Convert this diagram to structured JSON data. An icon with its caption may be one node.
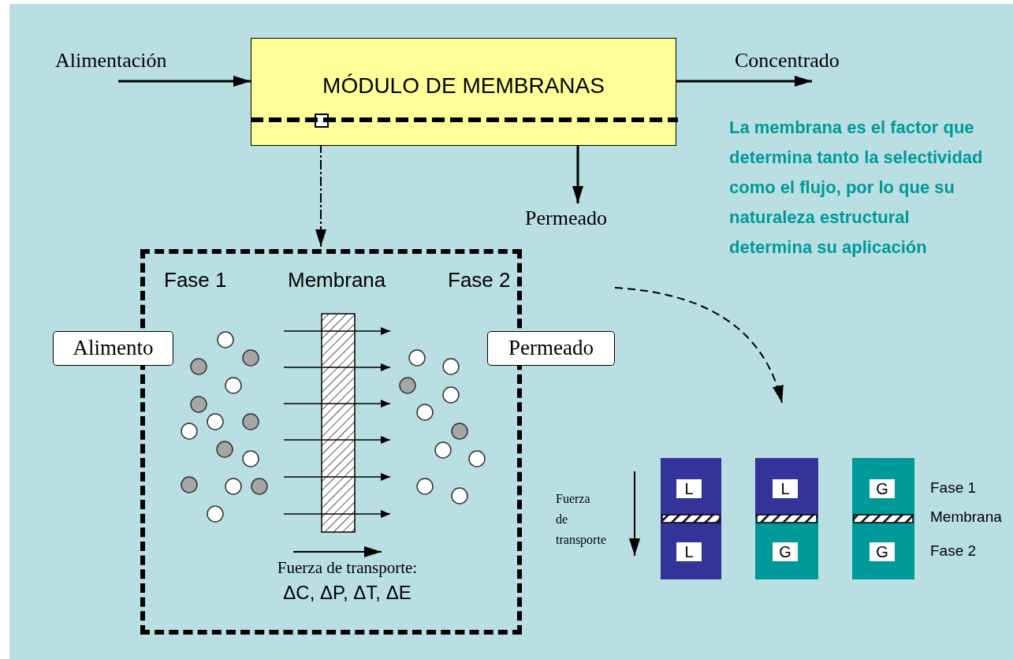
{
  "diagram": {
    "nodes": [
      {
        "text": [
          "Alimentación"
        ]
      },
      {
        "text": [
          "MÓDULO DE MEMBRANAS"
        ]
      },
      {
        "text": [
          "Concentrado"
        ]
      },
      {
        "text": [],
        "shape": "box",
        "in": 1
      },
      {
        "text": [
          "Permeado"
        ]
      },
      {
        "text": [],
        "shape": "box"
      },
      {
        "text": [
          "Alimento"
        ]
      },
      {
        "text": [
          "Permeado"
        ]
      },
      {
        "text": [],
        "shape": "box"
      },
      {
        "text": [
          "L"
        ],
        "in": 8
      },
      {
        "text": [
          "L"
        ],
        "in": 8
      },
      {
        "text": [],
        "shape": "box"
      },
      {
        "text": [
          "L"
        ],
        "in": 11
      },
      {
        "text": [
          "G"
        ],
        "in": 11
      },
      {
        "text": [],
        "shape": "box"
      },
      {
        "text": [
          "G"
        ],
        "in": 14
      },
      {
        "text": [
          "G"
        ],
        "in": 14
      }
    ],
    "edges": [
      {
        "from": 0,
        "to": 1,
        "arrow": "to"
      },
      {
        "from": 1,
        "to": 2,
        "arrow": "to"
      },
      {
        "from": 1,
        "to": 4,
        "arrow": "to"
      },
      {
        "from": 3,
        "to": 5,
        "arrow": "to",
        "style": "dashed"
      },
      {
        "from": null,
        "to": 11,
        "arrow": "to",
        "style": "dashed"
      }
    ],
    "labels": [
      "La membrana es el factor que determina tanto la selectividad como el flujo, por lo que su naturaleza estructural determina su aplicación",
      "Fase 1",
      "Membrana",
      "Fase 2",
      "Fuerza de transporte:",
      "ΔC, ΔP, ΔT, ΔE",
      "Fuerza de transporte",
      "Fase 1",
      "Membrana",
      "Fase 2"
    ]
  }
}
